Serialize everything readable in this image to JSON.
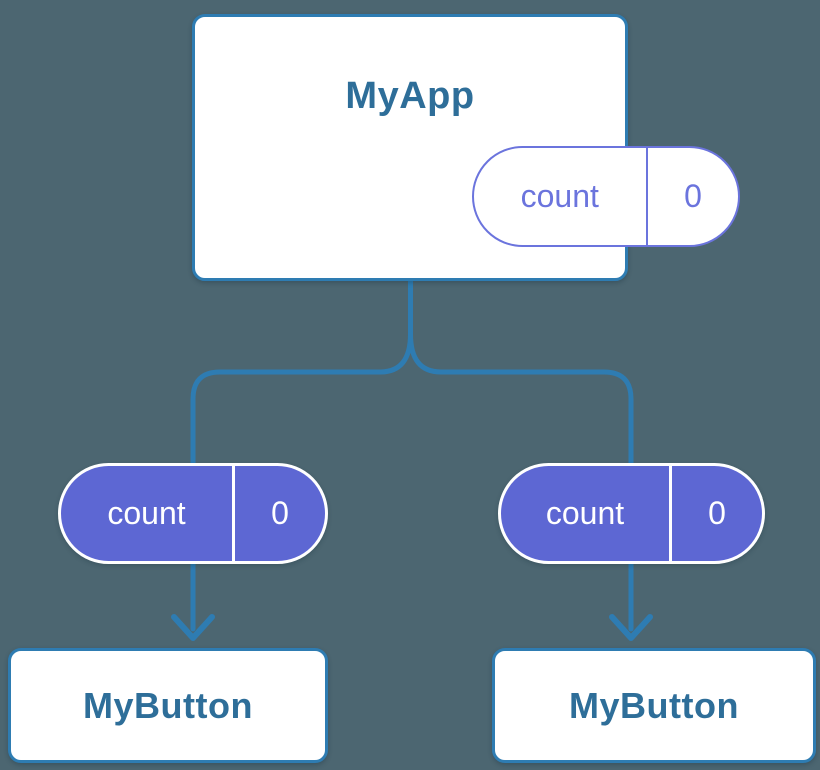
{
  "diagram": {
    "type": "component-tree",
    "background_color": "#4c6671",
    "connector_color": "#2e7cb2",
    "node_title_color": "#2e6e99",
    "root": {
      "title": "MyApp",
      "state_pill": {
        "key": "count",
        "value": "0",
        "style": "outline",
        "accent_color": "#6b74dd"
      }
    },
    "children": [
      {
        "title": "MyButton",
        "state_pill": {
          "key": "count",
          "value": "0",
          "style": "filled",
          "fill_color": "#5d67d3",
          "text_color": "#ffffff"
        }
      },
      {
        "title": "MyButton",
        "state_pill": {
          "key": "count",
          "value": "0",
          "style": "filled",
          "fill_color": "#5d67d3",
          "text_color": "#ffffff"
        }
      }
    ]
  }
}
